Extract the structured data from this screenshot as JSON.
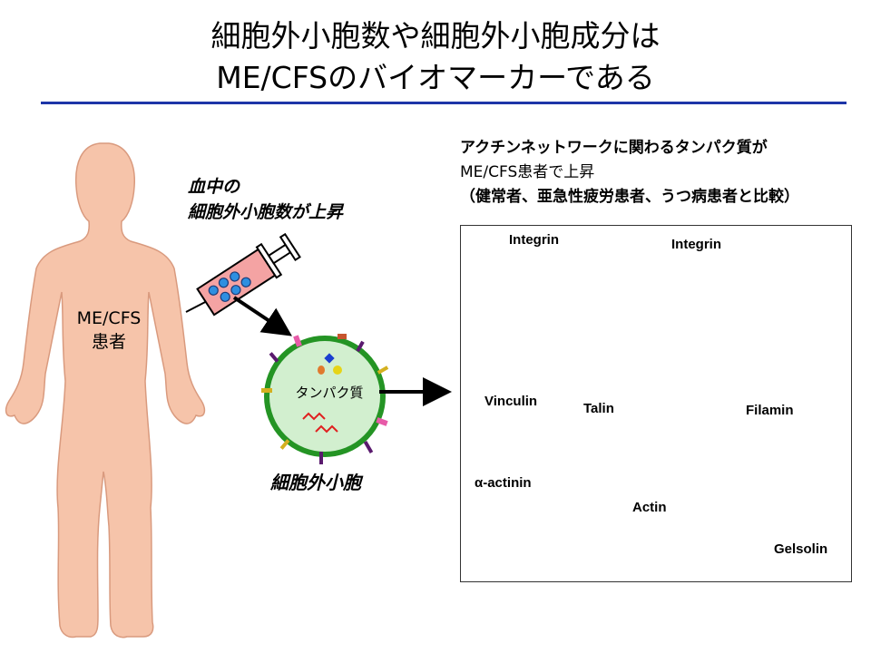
{
  "title": {
    "line1": "細胞外小胞数や細胞外小胞成分は",
    "line2": "ME/CFSのバイオマーカーである"
  },
  "colors": {
    "accent_rule": "#1d35a8",
    "body_skin": "#f6c4aa",
    "vesicle_border": "#249424",
    "vesicle_fill": "#d2efcf"
  },
  "patient": {
    "label_line1": "ME/CFS",
    "label_line2": "患者"
  },
  "blood_note": {
    "line1": "血中の",
    "line2": "細胞外小胞数が上昇"
  },
  "vesicle": {
    "inner_label": "タンパク質",
    "caption": "細胞外小胞"
  },
  "panel_header": {
    "line1": "アクチンネットワークに関わるタンパク質が",
    "line2": "ME/CFS患者で上昇",
    "line3": "（健常者、亜急性疲労患者、うつ病患者と比較）"
  },
  "proteins": {
    "integrin_left": "Integrin",
    "integrin_right": "Integrin",
    "vinculin": "Vinculin",
    "talin": "Talin",
    "filamin": "Filamin",
    "alpha_actinin": "α-actinin",
    "actin": "Actin",
    "gelsolin": "Gelsolin"
  }
}
